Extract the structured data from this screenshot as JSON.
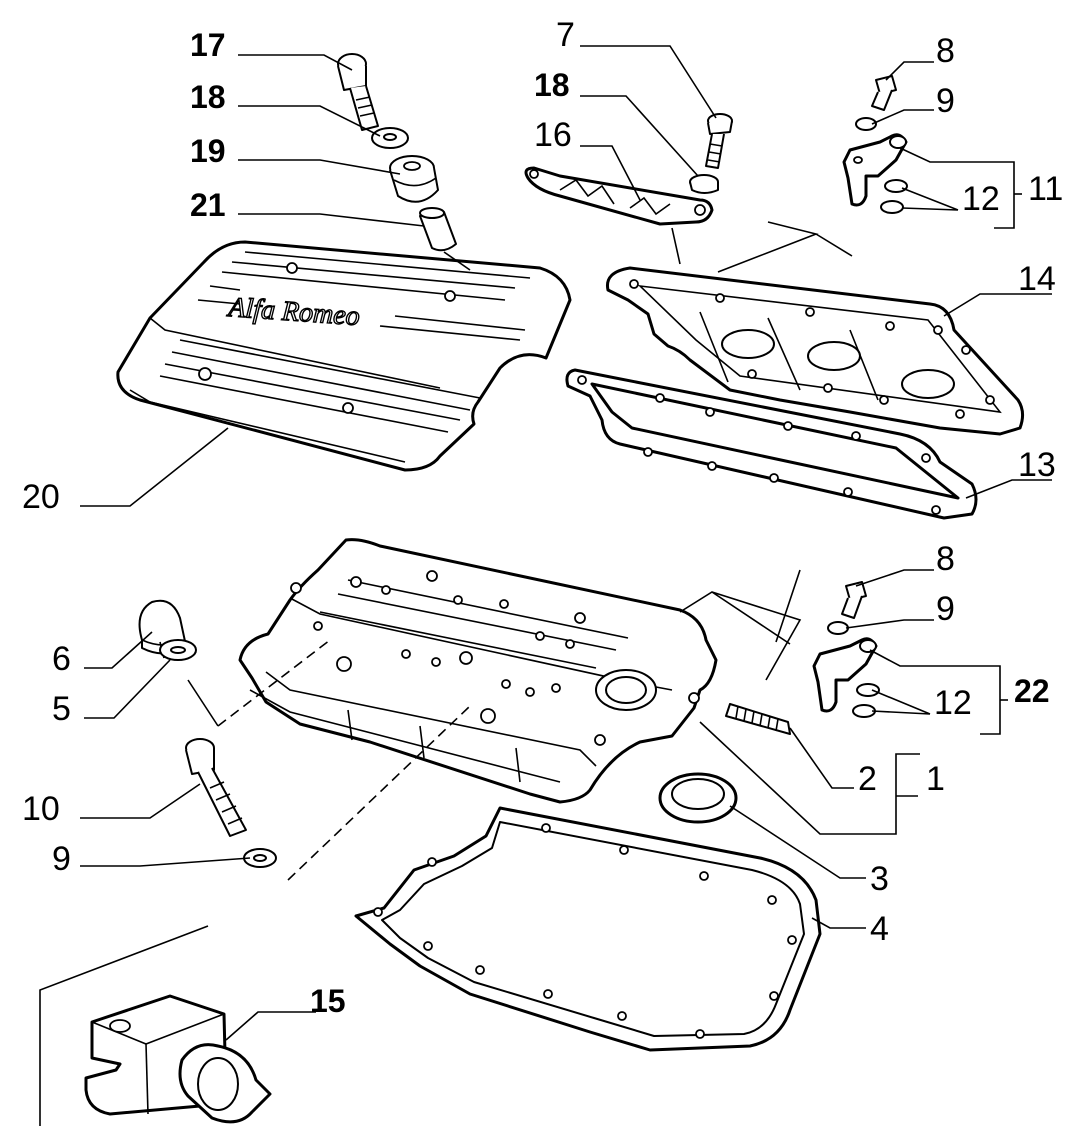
{
  "labels": {
    "n1": "1",
    "n2": "2",
    "n3": "3",
    "n4": "4",
    "n5": "5",
    "n6": "6",
    "n7": "7",
    "n8_top": "8",
    "n8_bottom": "8",
    "n9_top": "9",
    "n9_mid": "9",
    "n9_left": "9",
    "n10": "10",
    "n11": "11",
    "n12_top": "12",
    "n12_bottom": "12",
    "n13": "13",
    "n14": "14",
    "n15": "15",
    "n16": "16",
    "n17": "17",
    "n18_left": "18",
    "n18_mid": "18",
    "n19": "19",
    "n20": "20",
    "n21": "21",
    "n22": "22"
  },
  "cover_logo": "Alfa Romeo"
}
